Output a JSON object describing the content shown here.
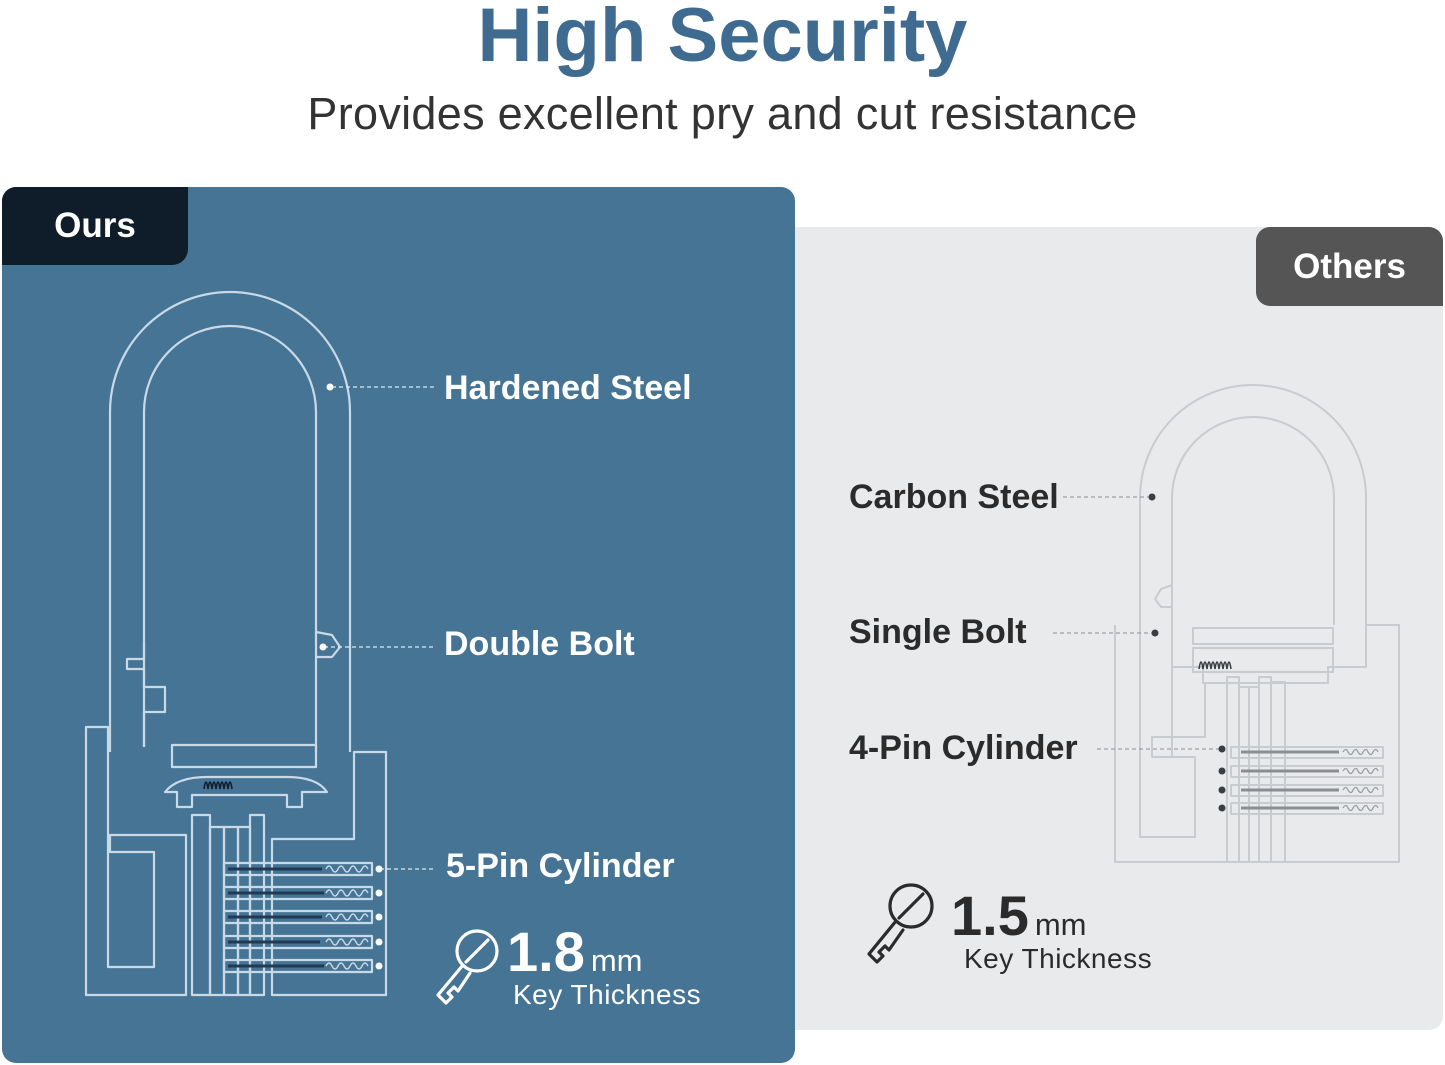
{
  "header": {
    "title": "High Security",
    "subtitle": "Provides excellent pry and cut resistance"
  },
  "ours": {
    "tag": "Ours",
    "features": {
      "shackle": "Hardened Steel",
      "bolt": "Double Bolt",
      "cylinder": "5-Pin Cylinder"
    },
    "key": {
      "value": "1.8",
      "unit": "mm",
      "caption": "Key Thickness"
    }
  },
  "others": {
    "tag": "Others",
    "features": {
      "shackle": "Carbon Steel",
      "bolt": "Single Bolt",
      "cylinder": "4-Pin Cylinder"
    },
    "key": {
      "value": "1.5",
      "unit": "mm",
      "caption": "Key Thickness"
    }
  },
  "colors": {
    "title": "#3f6b91",
    "ours_panel": "#457495",
    "ours_tag": "#0f1c2a",
    "others_panel": "#e9eaec",
    "others_tag": "#555555",
    "ours_line": "#c9d9e6",
    "others_line": "#c8cbcf"
  },
  "icons": {
    "ours_key": "key-icon",
    "others_key": "key-icon"
  }
}
